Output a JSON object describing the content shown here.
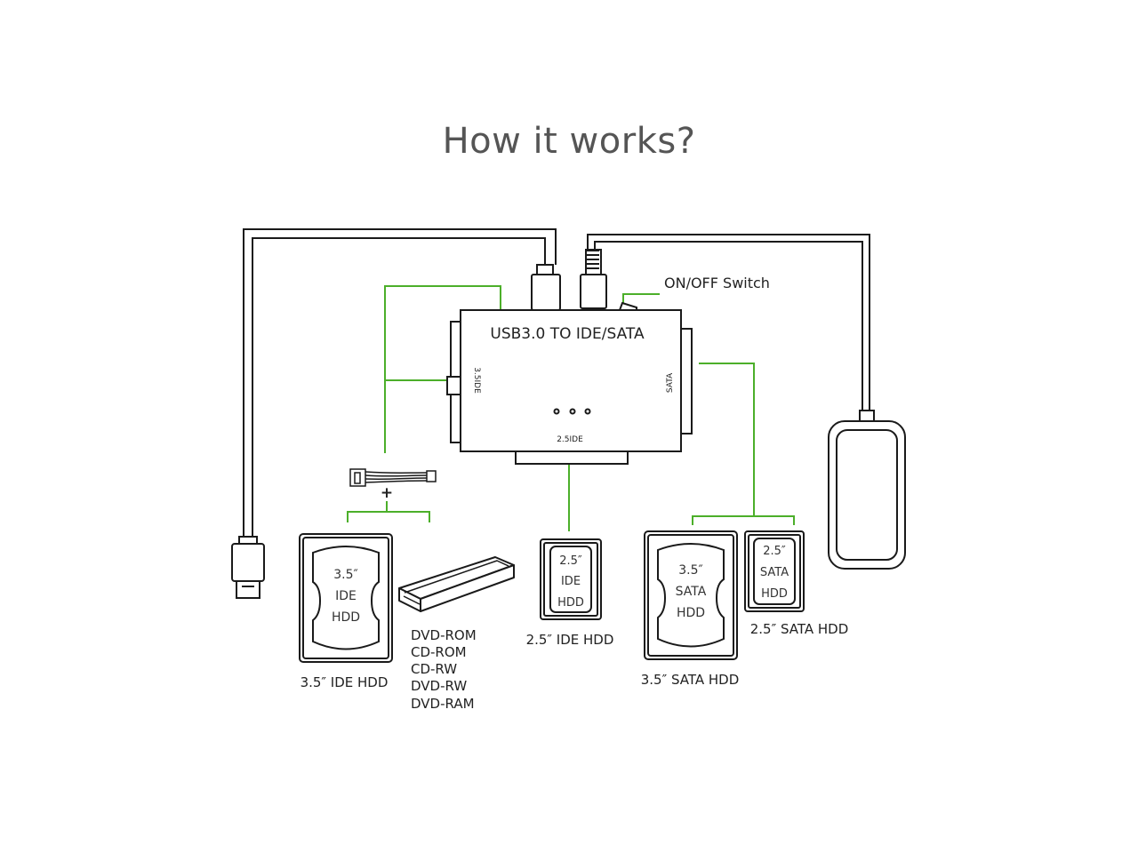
{
  "title": "How it works?",
  "adapter": {
    "name": "USB3.0 TO IDE/SATA",
    "port_left": "3.5IDE",
    "port_right": "SATA",
    "port_bottom": "2.5IDE"
  },
  "switch_label": "ON/OFF Switch",
  "plus_sign": "+",
  "devices": {
    "ide35": {
      "size": "3.5″",
      "type": "IDE",
      "kind": "HDD",
      "caption": "3.5″  IDE HDD"
    },
    "optical": {
      "list": [
        "DVD-ROM",
        "CD-ROM",
        "CD-RW",
        "DVD-RW",
        "DVD-RAM"
      ]
    },
    "ide25": {
      "size": "2.5″",
      "type": "IDE",
      "kind": "HDD",
      "caption": "2.5″  IDE HDD"
    },
    "sata35": {
      "size": "3.5″",
      "type": "SATA",
      "kind": "HDD",
      "caption": "3.5″  SATA HDD"
    },
    "sata25": {
      "size": "2.5″",
      "type": "SATA",
      "kind": "HDD",
      "caption": "2.5″  SATA HDD"
    }
  },
  "colors": {
    "line": "#1a1a1a",
    "connection": "#4caf2a",
    "title": "#555555"
  }
}
